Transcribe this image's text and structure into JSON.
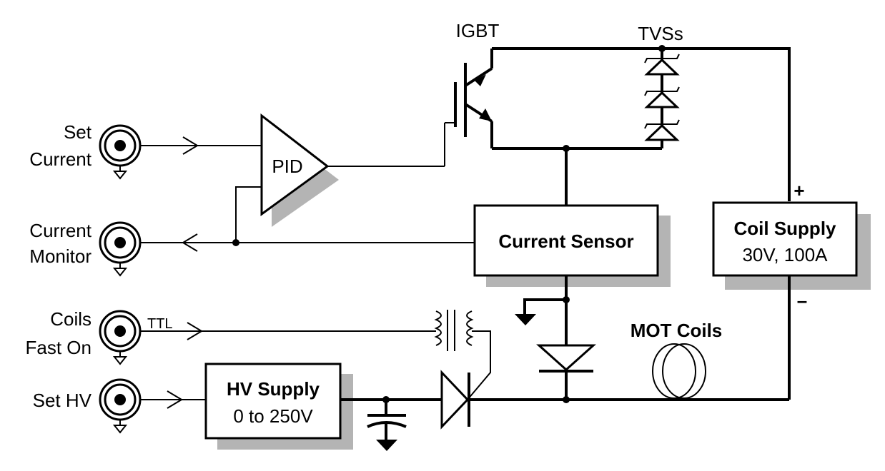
{
  "diagram": {
    "labels": {
      "igbt": "IGBT",
      "tvs": "TVSs",
      "pid": "PID",
      "current_sensor": "Current Sensor",
      "coil_supply_title": "Coil Supply",
      "coil_supply_rating": "30V, 100A",
      "hv_supply_title": "HV Supply",
      "hv_supply_rating": "0 to 250V",
      "mot_coils": "MOT Coils",
      "ttl": "TTL",
      "plus": "+",
      "minus": "–"
    },
    "connectors": [
      {
        "line1": "Set",
        "line2": "Current"
      },
      {
        "line1": "Current",
        "line2": "Monitor"
      },
      {
        "line1": "Coils",
        "line2": "Fast On"
      },
      {
        "line1": "Set HV",
        "line2": ""
      }
    ]
  }
}
